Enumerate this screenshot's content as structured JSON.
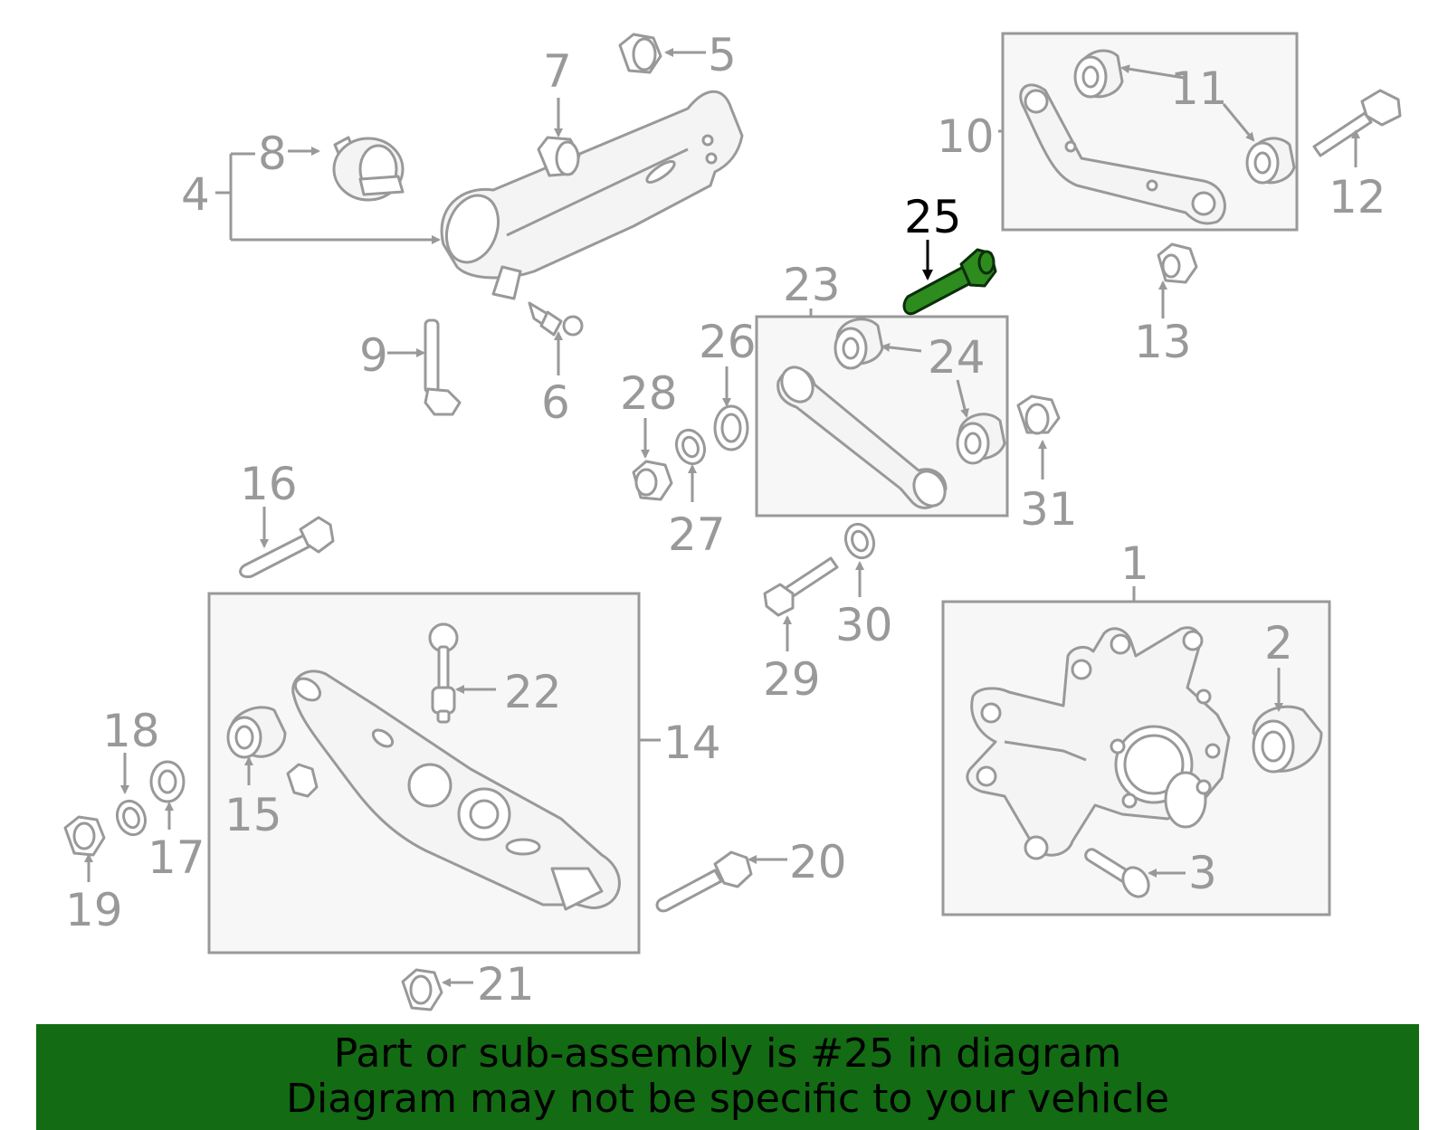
{
  "diagram": {
    "highlight_part": "25",
    "labels": {
      "p1": "1",
      "p2": "2",
      "p3": "3",
      "p4": "4",
      "p5": "5",
      "p6": "6",
      "p7": "7",
      "p8": "8",
      "p9": "9",
      "p10": "10",
      "p11": "11",
      "p12": "12",
      "p13": "13",
      "p14": "14",
      "p15": "15",
      "p16": "16",
      "p17": "17",
      "p18": "18",
      "p19": "19",
      "p20": "20",
      "p21": "21",
      "p22": "22",
      "p23": "23",
      "p24": "24",
      "p25": "25",
      "p26": "26",
      "p27": "27",
      "p28": "28",
      "p29": "29",
      "p30": "30",
      "p31": "31"
    },
    "colors": {
      "parts": "#999999",
      "highlight": "#2e8b1e",
      "banner": "#136b13"
    }
  },
  "banner": {
    "line1": "Part or sub-assembly is #25 in diagram",
    "line2": "Diagram may not be specific to your vehicle"
  }
}
